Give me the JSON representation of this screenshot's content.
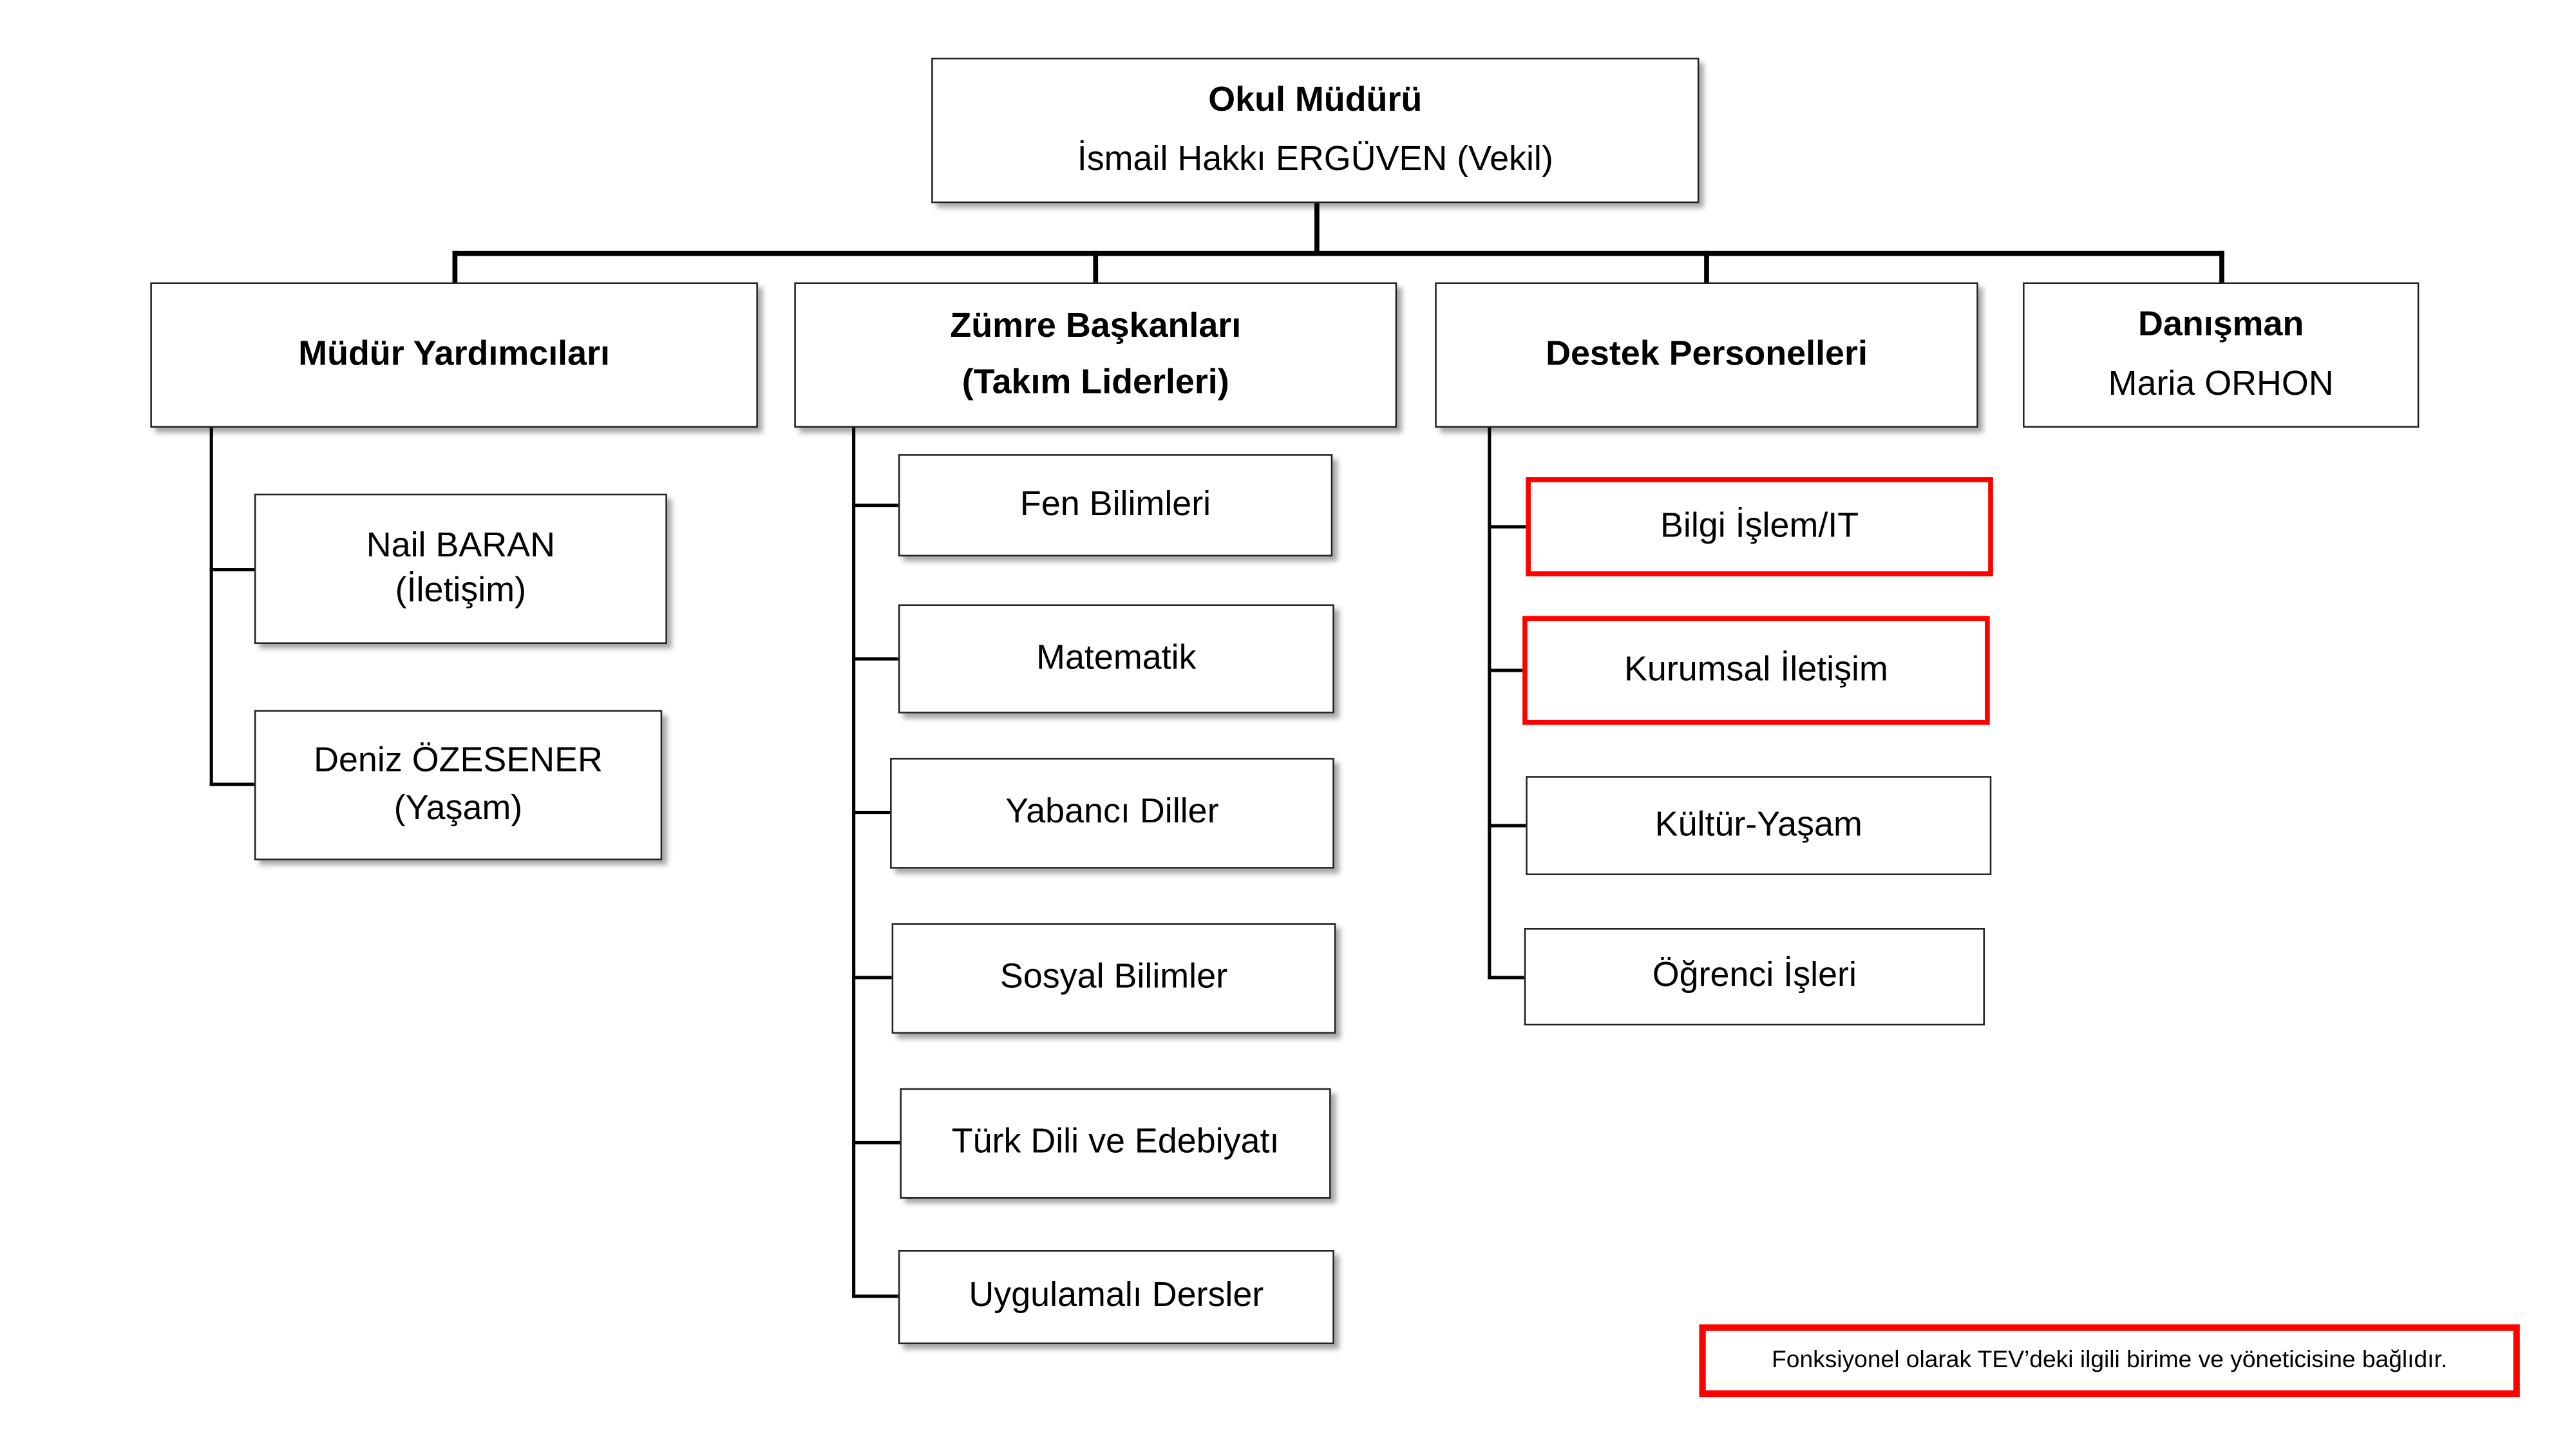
{
  "principal": {
    "title": "Okul Müdürü",
    "name": "İsmail Hakkı ERGÜVEN (Vekil)"
  },
  "departments": [
    {
      "title": "Müdür Yardımcıları",
      "children": [
        "Nail BARAN",
        "(İletişim)",
        "Deniz ÖZESENER",
        "(Yaşam)"
      ]
    },
    {
      "title_line1": "Zümre Başkanları",
      "title_line2": "(Takım Liderleri)",
      "children": [
        "Fen Bilimleri",
        "Matematik",
        "Yabancı Diller",
        "Sosyal Bilimler",
        "Türk Dili ve Edebiyatı",
        "Uygulamalı Dersler"
      ]
    },
    {
      "title": "Destek Personelleri",
      "children": [
        "Bilgi İşlem/IT",
        "Kurumsal İletişim",
        "Kültür-Yaşam",
        "Öğrenci İşleri"
      ]
    },
    {
      "title": "Danışman",
      "name": "Maria ORHON"
    }
  ],
  "note": "Fonksiyonel olarak TEV’deki ilgili birime ve yöneticisine bağlıdır.",
  "colors": {
    "highlight": "#ff0000",
    "line": "#000000"
  }
}
